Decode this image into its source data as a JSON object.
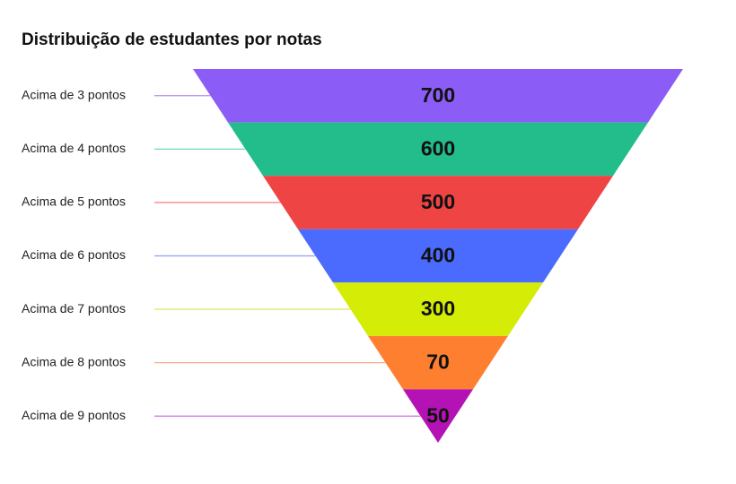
{
  "chart_data": {
    "type": "funnel",
    "title": "Distribuição de estudantes por notas",
    "categories": [
      "Acima de 3 pontos",
      "Acima de 4 pontos",
      "Acima de 5 pontos",
      "Acima de 6 pontos",
      "Acima de 7 pontos",
      "Acima de 8 pontos",
      "Acima de 9 pontos"
    ],
    "values": [
      700,
      600,
      500,
      400,
      300,
      70,
      50
    ],
    "colors": [
      "#8b5cf6",
      "#22bd8a",
      "#ef4444",
      "#4b6bff",
      "#d4ec06",
      "#ff7f30",
      "#b512b5"
    ],
    "connector_colors": [
      "#b48cf2",
      "#6fd6bf",
      "#f48a8a",
      "#8f9ef8",
      "#dbea6e",
      "#f8ad8c",
      "#cf6ee0"
    ],
    "legend": "none",
    "grid": false
  }
}
